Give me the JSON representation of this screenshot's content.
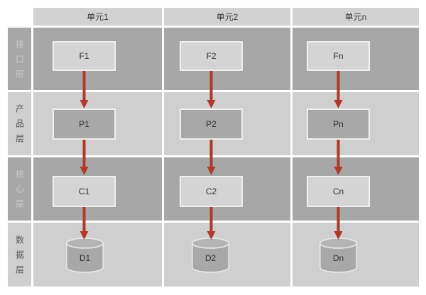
{
  "diagram": {
    "unit_headers": [
      "单元1",
      "单元2",
      "单元n"
    ],
    "layers": [
      {
        "label": "接口层",
        "shade": "dark"
      },
      {
        "label": "产品层",
        "shade": "light"
      },
      {
        "label": "核心层",
        "shade": "dark"
      },
      {
        "label": "数据层",
        "shade": "light"
      }
    ],
    "nodes": {
      "interface": [
        "F1",
        "F2",
        "Fn"
      ],
      "product": [
        "P1",
        "P2",
        "Pn"
      ],
      "core": [
        "C1",
        "C2",
        "Cn"
      ],
      "data": [
        "D1",
        "D2",
        "Dn"
      ]
    },
    "colors": {
      "row_dark": "#a7a7a7",
      "row_light": "#cfcfcf",
      "header_bg": "#d2d2d2",
      "box_light": "#d4d4d4",
      "box_dark": "#a8a8a8",
      "box_border": "#efefef",
      "arrow_red": "#b03a2a",
      "text_dark": "#353535",
      "label_text_on_dark": "#cbcbcb",
      "label_text_on_light": "#575757"
    }
  }
}
